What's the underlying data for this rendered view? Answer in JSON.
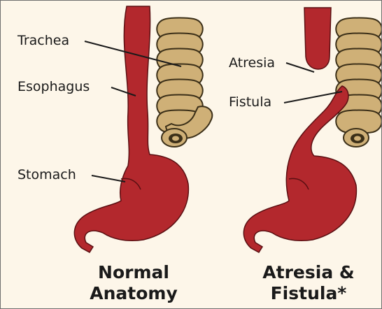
{
  "colors": {
    "background": "#fdf6e9",
    "esophagus": "#b3282d",
    "esophagus_outline": "#5a0f12",
    "trachea": "#cfb077",
    "trachea_outline": "#3b2f18",
    "text": "#1a1a1a"
  },
  "labels": {
    "trachea": "Trachea",
    "esophagus": "Esophagus",
    "stomach": "Stomach",
    "atresia": "Atresia",
    "fistula": "Fistula"
  },
  "captions": {
    "normal_line1": "Normal",
    "normal_line2": "Anatomy",
    "atresia_line1": "Atresia &",
    "atresia_line2": "Fistula*"
  }
}
